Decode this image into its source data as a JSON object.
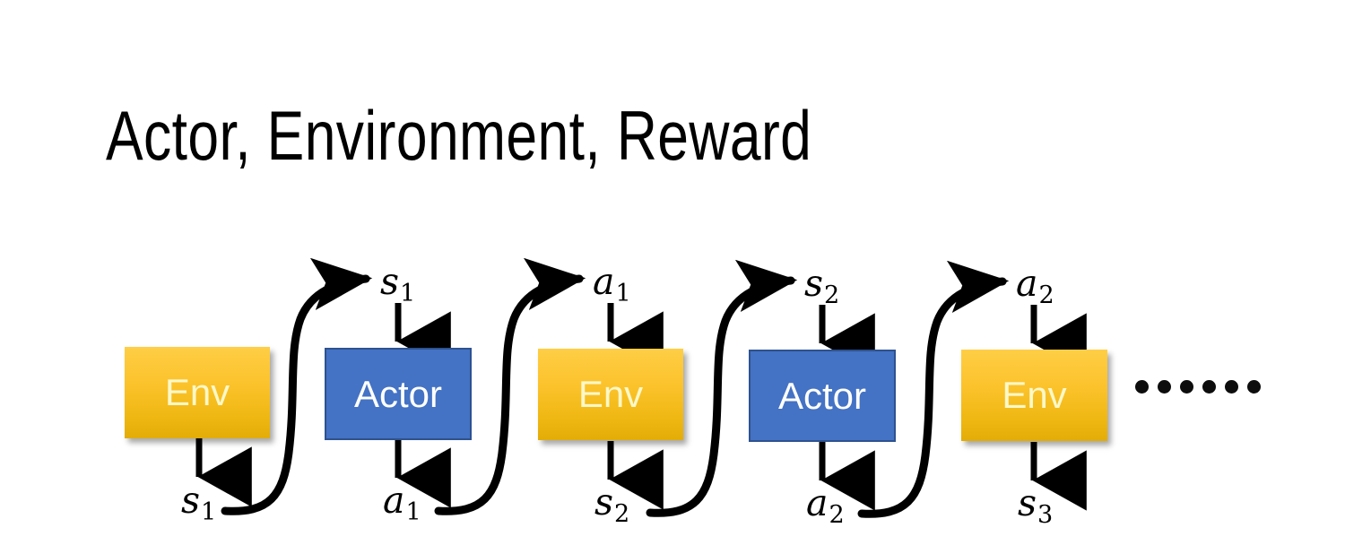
{
  "slide": {
    "title": "Actor, Environment, Reward",
    "background_color": "#FFFFFF"
  },
  "colors": {
    "env_fill_top": "#FFCE45",
    "env_fill_bottom": "#E3AC06",
    "env_text": "#FCF8C8",
    "actor_fill": "#4472C4",
    "actor_border": "#2E528F",
    "actor_text": "#FFFFFF",
    "arrow": "#000000",
    "title_text": "#000000"
  },
  "diagram": {
    "nodes": [
      {
        "id": "env1",
        "label": "Env",
        "type": "env"
      },
      {
        "id": "actor1",
        "label": "Actor",
        "type": "actor"
      },
      {
        "id": "env2",
        "label": "Env",
        "type": "env"
      },
      {
        "id": "actor2",
        "label": "Actor",
        "type": "actor"
      },
      {
        "id": "env3",
        "label": "Env",
        "type": "env"
      }
    ],
    "top_labels": [
      {
        "id": "top-s1",
        "symbol": "s",
        "sub": "1"
      },
      {
        "id": "top-a1",
        "symbol": "a",
        "sub": "1"
      },
      {
        "id": "top-s2",
        "symbol": "s",
        "sub": "2"
      },
      {
        "id": "top-a2",
        "symbol": "a",
        "sub": "2"
      }
    ],
    "bottom_labels": [
      {
        "id": "bot-s1",
        "symbol": "s",
        "sub": "1"
      },
      {
        "id": "bot-a1",
        "symbol": "a",
        "sub": "1"
      },
      {
        "id": "bot-s2",
        "symbol": "s",
        "sub": "2"
      },
      {
        "id": "bot-a2",
        "symbol": "a",
        "sub": "2"
      },
      {
        "id": "bot-s3",
        "symbol": "s",
        "sub": "3"
      }
    ],
    "ellipsis": {
      "text": "......",
      "dot_count": 6,
      "groups": 2
    },
    "flow_description": "Env emits s1 which feeds the Actor, the Actor emits a1 which feeds the next Env, which emits s2, and so on; the final Env emits s3 and the sequence continues."
  }
}
